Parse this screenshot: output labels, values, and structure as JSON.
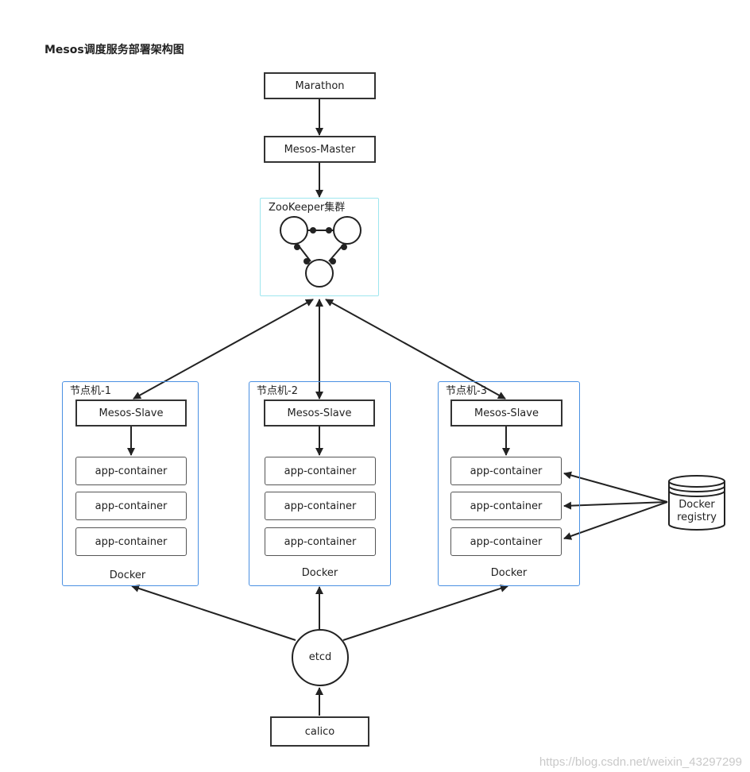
{
  "title": "Mesos调度服务部署架构图",
  "marathon": "Marathon",
  "master": "Mesos-Master",
  "zookeeper_label": "ZooKeeper集群",
  "nodes": [
    {
      "label": "节点机-1",
      "slave": "Mesos-Slave",
      "containers": [
        "app-container",
        "app-container",
        "app-container"
      ],
      "docker": "Docker"
    },
    {
      "label": "节点机-2",
      "slave": "Mesos-Slave",
      "containers": [
        "app-container",
        "app-container",
        "app-container"
      ],
      "docker": "Docker"
    },
    {
      "label": "节点机-3",
      "slave": "Mesos-Slave",
      "containers": [
        "app-container",
        "app-container",
        "app-container"
      ],
      "docker": "Docker"
    }
  ],
  "registry": {
    "line1": "Docker",
    "line2": "registry"
  },
  "etcd": "etcd",
  "calico": "calico",
  "watermark": "https://blog.csdn.net/weixin_43297299"
}
